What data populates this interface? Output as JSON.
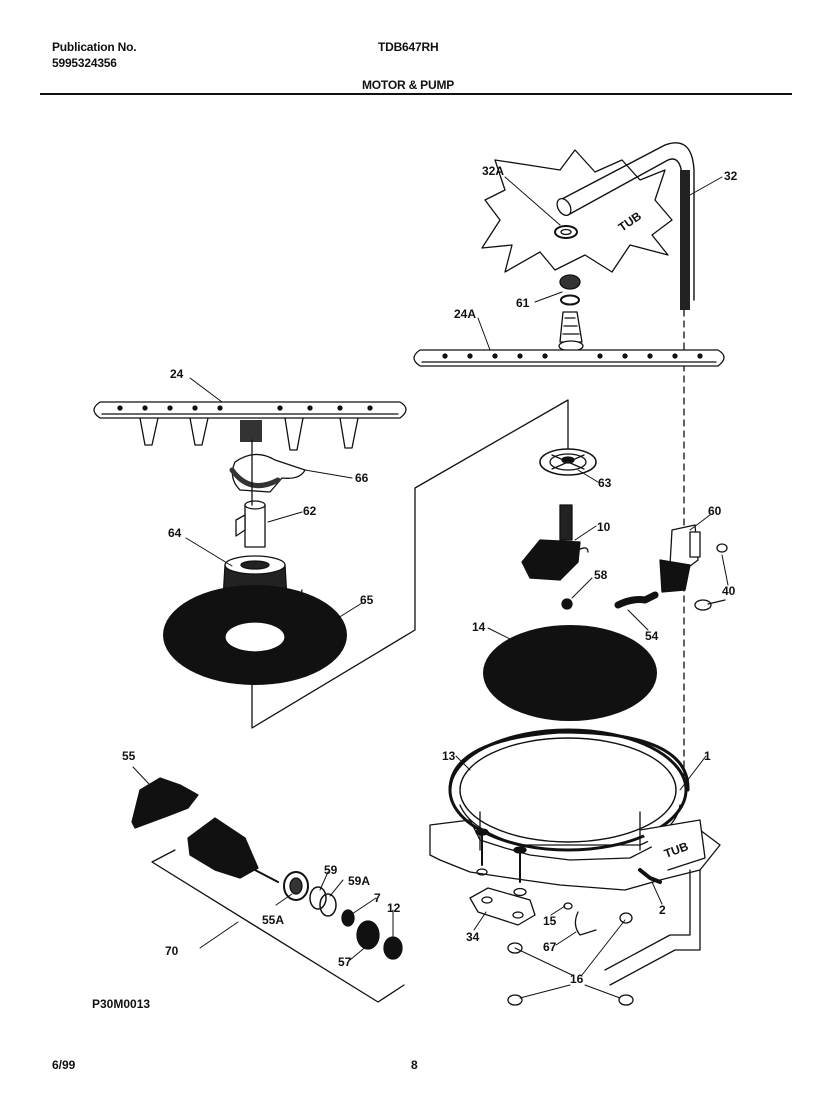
{
  "header": {
    "publication_label": "Publication No.",
    "publication_number": "5995324356",
    "model": "TDB647RH",
    "section_title": "MOTOR & PUMP"
  },
  "drawing_id": "P30M0013",
  "footer": {
    "date": "6/99",
    "page": "8"
  },
  "callouts": {
    "c32A": "32A",
    "c32": "32",
    "c61": "61",
    "c24A": "24A",
    "c24": "24",
    "c66": "66",
    "c63": "63",
    "c10": "10",
    "c60": "60",
    "c62": "62",
    "c64": "64",
    "c58": "58",
    "c40": "40",
    "c65": "65",
    "c54": "54",
    "c14": "14",
    "c55": "55",
    "c13": "13",
    "c1": "1",
    "c59": "59",
    "c59A": "59A",
    "c7": "7",
    "c12": "12",
    "c55A": "55A",
    "c2": "2",
    "c15": "15",
    "c34": "34",
    "c67": "67",
    "c70": "70",
    "c57": "57",
    "c16": "16"
  },
  "tub_labels": {
    "upper": "TUB",
    "lower": "TUB"
  }
}
